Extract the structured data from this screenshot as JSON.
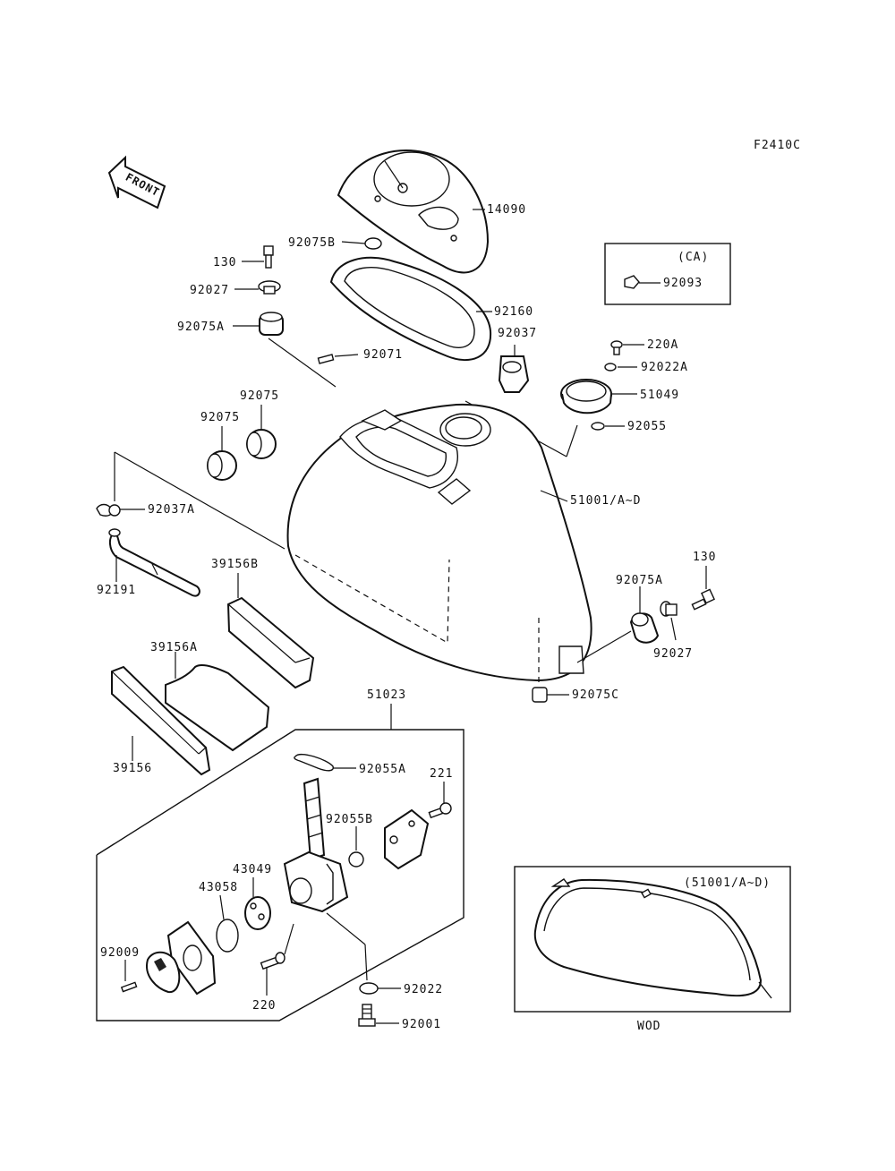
{
  "diagram": {
    "code": "F2410C",
    "front_label": "FRONT",
    "labels": {
      "l14090": "14090",
      "l92075B": "92075B",
      "l130_top": "130",
      "l92027_top": "92027",
      "l92075A_left": "92075A",
      "l92160": "92160",
      "l92037": "92037",
      "l92071": "92071",
      "lCA": "(CA)",
      "l92093": "92093",
      "l220A": "220A",
      "l92022A": "92022A",
      "l51049": "51049",
      "l92055": "92055",
      "l92075_a": "92075",
      "l92075_b": "92075",
      "l51001": "51001/A~D",
      "l92037A": "92037A",
      "l39156B": "39156B",
      "l92191": "92191",
      "l130_right": "130",
      "l92075A_right": "92075A",
      "l92027_right": "92027",
      "l39156A": "39156A",
      "l92075C": "92075C",
      "l39156": "39156",
      "l51023": "51023",
      "l92055A": "92055A",
      "l221": "221",
      "l92055B": "92055B",
      "l43049": "43049",
      "l43058": "43058",
      "l92009": "92009",
      "l220": "220",
      "l92022": "92022",
      "l92001": "92001",
      "lWOD_title": "(51001/A~D)",
      "lWOD": "WOD"
    }
  }
}
